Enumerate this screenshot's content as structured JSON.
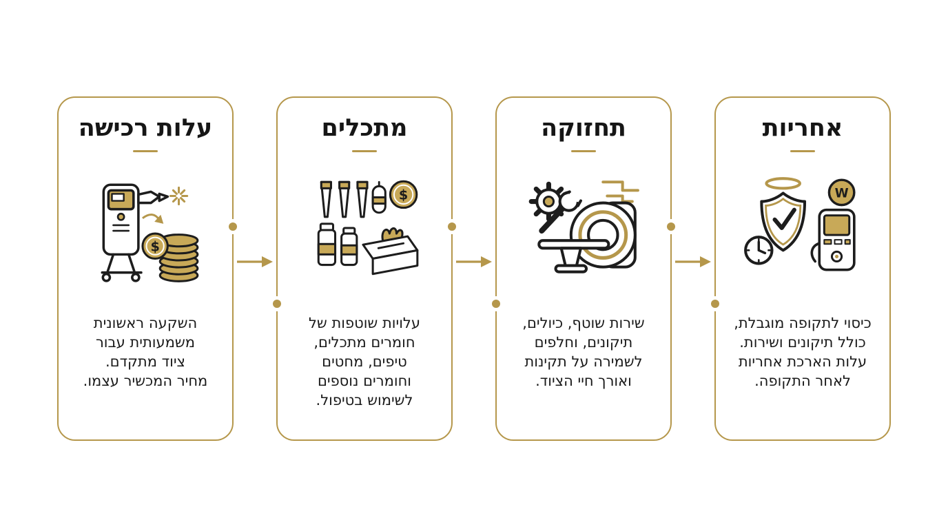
{
  "palette": {
    "gold": "#b5974b",
    "gold_fill": "#c8a958",
    "dark": "#1d1d1d",
    "background": "#ffffff"
  },
  "glyphs": {
    "dollar": "$",
    "warranty_letter": "W"
  },
  "cards": [
    {
      "id": "acquisition-cost",
      "title": "עלות רכישה",
      "body": "השקעה ראשונית\nמשמעותית עבור\nציוד מתקדם.\nמחיר המכשיר עצמו.",
      "icon": "medical-device-coins-icon"
    },
    {
      "id": "consumables",
      "title": "מתכלים",
      "body": "עלויות שוטפות של\nחומרים מתכלים,\nטיפים, מחטים\nוחומרים נוספים\nלשימוש בטיפול.",
      "icon": "vials-tissue-box-icon"
    },
    {
      "id": "maintenance",
      "title": "תחזוקה",
      "body": "שירות שוטף, כיולים,\nתיקונים, וחלפים\nלשמירה על תקינות\nואורך חיי הציוד.",
      "icon": "scanner-gear-wrench-icon"
    },
    {
      "id": "warranty",
      "title": "אחריות",
      "body": "כיסוי לתקופה מוגבלת,\nכולל תיקונים ושירות.\nעלות הארכת אחריות\nלאחר התקופה.",
      "icon": "shield-check-clock-icon"
    }
  ],
  "connectors": [
    {
      "icon": "arrow-right-icon"
    },
    {
      "icon": "arrow-right-icon"
    },
    {
      "icon": "arrow-right-icon"
    }
  ]
}
